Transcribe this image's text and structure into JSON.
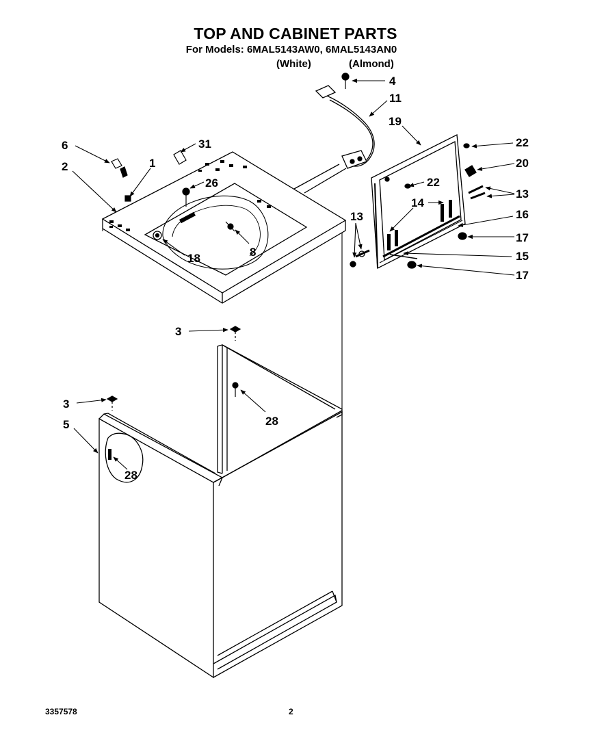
{
  "header": {
    "title": "TOP AND CABINET PARTS",
    "models_line": "For Models: 6MAL5143AW0,  6MAL5143AN0",
    "variant_white": "(White)",
    "variant_almond": "(Almond)"
  },
  "callouts": {
    "c4": "4",
    "c11": "11",
    "c19": "19",
    "c6": "6",
    "c31": "31",
    "c1": "1",
    "c2": "2",
    "c26": "26",
    "c22a": "22",
    "c22b": "22",
    "c20": "20",
    "c13a": "13",
    "c13b": "13",
    "c14": "14",
    "c16": "16",
    "c17a": "17",
    "c17b": "17",
    "c15": "15",
    "c18": "18",
    "c8": "8",
    "c3a": "3",
    "c3b": "3",
    "c5": "5",
    "c28a": "28",
    "c28b": "28"
  },
  "footer": {
    "doc_number": "3357578",
    "page_number": "2"
  }
}
